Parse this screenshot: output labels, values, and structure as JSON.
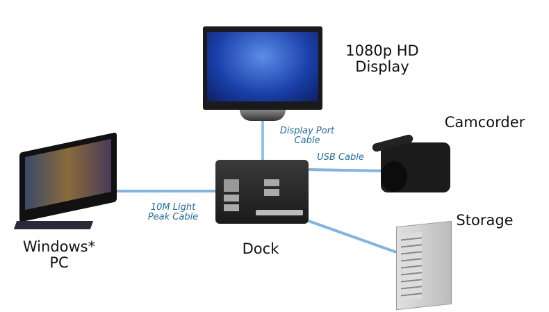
{
  "devices": {
    "display": "1080p HD\nDisplay",
    "display_line1": "1080p HD",
    "display_line2": "Display",
    "camcorder": "Camcorder",
    "storage": "Storage",
    "dock": "Dock",
    "pc_line1": "Windows*",
    "pc_line2": "PC"
  },
  "cables": {
    "display_port_line1": "Display Port",
    "display_port_line2": "Cable",
    "usb": "USB Cable",
    "light_peak_line1": "10M Light",
    "light_peak_line2": "Peak Cable"
  },
  "colors": {
    "cable": "#7fb4e6",
    "label": "#1e6aa0"
  }
}
